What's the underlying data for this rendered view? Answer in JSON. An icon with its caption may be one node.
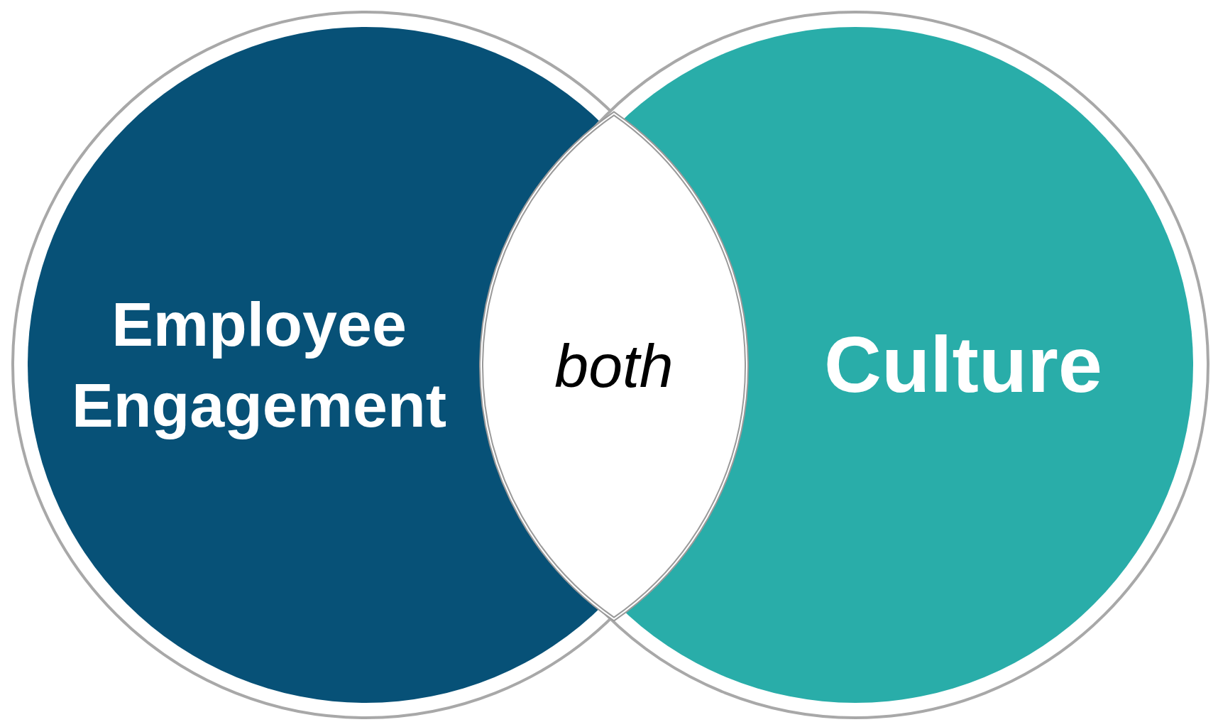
{
  "diagram": {
    "nodes": [
      {
        "text": [
          "Employee Engagement"
        ]
      },
      {
        "text": [
          "Culture"
        ]
      },
      {
        "text": [
          "both"
        ]
      }
    ],
    "edges": []
  }
}
